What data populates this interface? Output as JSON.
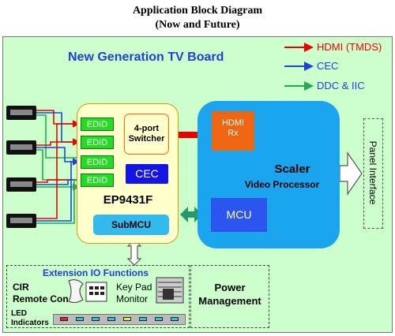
{
  "header": {
    "title_line1": "Application Block Diagram",
    "title_line2": "(Now and Future)"
  },
  "board": {
    "title": "New Generation TV Board"
  },
  "legend": [
    {
      "label": "HDMI (TMDS)",
      "color": "#ee0000"
    },
    {
      "label": "CEC",
      "color": "#1a44dd"
    },
    {
      "label": "DDC & IIC",
      "color": "#22aa55"
    }
  ],
  "chip": {
    "edid_labels": [
      "EDID",
      "EDID",
      "EDID",
      "EDID"
    ],
    "switcher_line1": "4-port",
    "switcher_line2": "Switcher",
    "cec_label": "CEC",
    "name": "EP9431F",
    "submcu_label": "SubMCU"
  },
  "scaler": {
    "hdmi_rx_line1": "HDMI",
    "hdmi_rx_line2": "Rx",
    "title": "Scaler",
    "subtitle": "Video Processor",
    "mcu_label": "MCU"
  },
  "panel_interface": "Panel Interface",
  "extension": {
    "title": "Extension IO Functions",
    "cir_line1": "CIR",
    "cir_line2": "Remote Con",
    "keypad_line1": "Key Pad",
    "keypad_line2": "Monitor",
    "led_line1": "LED",
    "led_line2": "Indicators",
    "led_colors": [
      "#ee2222",
      "#22ccdd",
      "#22ccdd",
      "#22ccdd",
      "#eeee22",
      "#22ccdd",
      "#22ccdd",
      "#22ccdd"
    ]
  },
  "power": {
    "line1": "Power",
    "line2": "Management"
  },
  "colors": {
    "board_bg": "#ccffcc",
    "chip_bg": "#ffffcc",
    "scaler_bg": "#1ba5ee",
    "title_blue": "#1f3fd6"
  }
}
